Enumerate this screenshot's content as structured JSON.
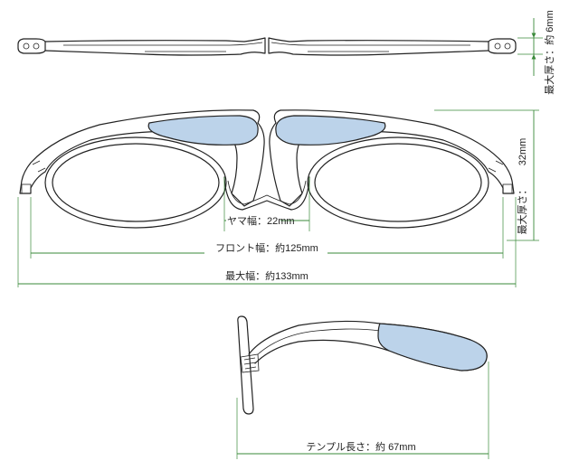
{
  "colors": {
    "pad": "#bcd3ea",
    "dimension_line": "#3a8a3a",
    "outline": "#222222",
    "background": "#ffffff"
  },
  "dimensions": {
    "max_thickness": "最大厚さ：約 6mm",
    "max_height_label": "最大厚さ：",
    "max_height_value": "32mm",
    "bridge_width": "ヤマ幅：22mm",
    "front_width": "フロント幅：約125mm",
    "max_width": "最大幅：約133mm",
    "temple_length": "テンプル長さ：約 67mm"
  }
}
